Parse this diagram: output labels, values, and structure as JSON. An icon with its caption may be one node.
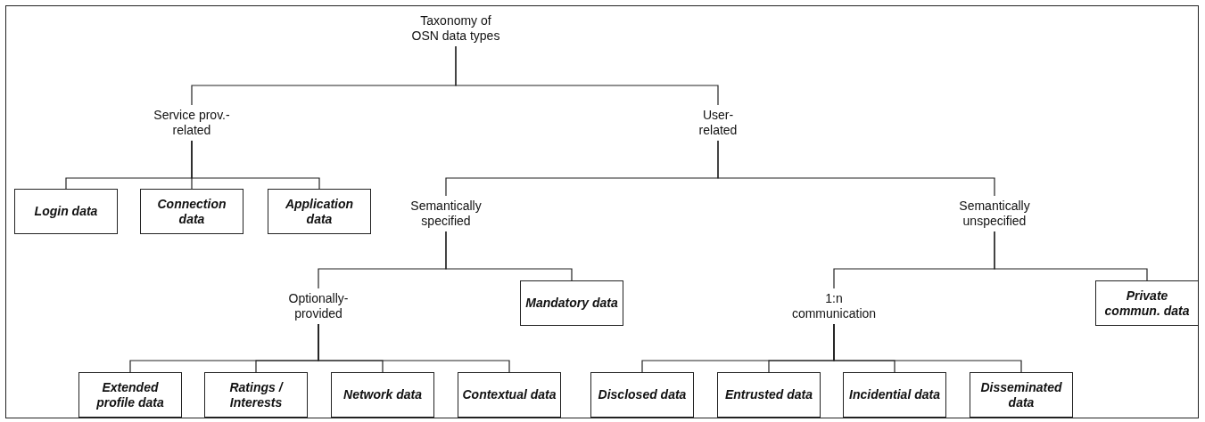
{
  "diagram": {
    "nodes": [
      {
        "text": [
          "Taxonomy of OSN data types"
        ]
      },
      {
        "text": [
          "Service prov.-related"
        ]
      },
      {
        "text": [
          "User-related"
        ]
      },
      {
        "text": [
          "Login data"
        ]
      },
      {
        "text": [
          "Connection data"
        ]
      },
      {
        "text": [
          "Application data"
        ]
      },
      {
        "text": [
          "Semantically specified"
        ]
      },
      {
        "text": [
          "Semantically unspecified"
        ]
      },
      {
        "text": [
          "Optionally-provided"
        ]
      },
      {
        "text": [
          "Mandatory data"
        ]
      },
      {
        "text": [
          "1:n communication"
        ]
      },
      {
        "text": [
          "Private commun. data"
        ]
      },
      {
        "text": [
          "Extended profile data"
        ]
      },
      {
        "text": [
          "Ratings / Interests"
        ]
      },
      {
        "text": [
          "Network data"
        ]
      },
      {
        "text": [
          "Contextual data"
        ]
      },
      {
        "text": [
          "Disclosed data"
        ]
      },
      {
        "text": [
          "Entrusted data"
        ]
      },
      {
        "text": [
          "Incidential data"
        ]
      },
      {
        "text": [
          "Disseminated data"
        ]
      }
    ],
    "edges": [
      {
        "from": 0,
        "to": 1,
        "arrow": "none"
      },
      {
        "from": 0,
        "to": 2,
        "arrow": "none"
      },
      {
        "from": 1,
        "to": 3,
        "arrow": "none"
      },
      {
        "from": 1,
        "to": 4,
        "arrow": "none"
      },
      {
        "from": 1,
        "to": 5,
        "arrow": "none"
      },
      {
        "from": 2,
        "to": 6,
        "arrow": "none"
      },
      {
        "from": 2,
        "to": 7,
        "arrow": "none"
      },
      {
        "from": 6,
        "to": 8,
        "arrow": "none"
      },
      {
        "from": 6,
        "to": 9,
        "arrow": "none"
      },
      {
        "from": 7,
        "to": 10,
        "arrow": "none"
      },
      {
        "from": 7,
        "to": 11,
        "arrow": "none"
      },
      {
        "from": 8,
        "to": 12,
        "arrow": "none"
      },
      {
        "from": 8,
        "to": 13,
        "arrow": "none"
      },
      {
        "from": 8,
        "to": 14,
        "arrow": "none"
      },
      {
        "from": 8,
        "to": 15,
        "arrow": "none"
      },
      {
        "from": 10,
        "to": 16,
        "arrow": "none"
      },
      {
        "from": 10,
        "to": 17,
        "arrow": "none"
      },
      {
        "from": 10,
        "to": 18,
        "arrow": "none"
      },
      {
        "from": 10,
        "to": 19,
        "arrow": "none"
      }
    ]
  }
}
